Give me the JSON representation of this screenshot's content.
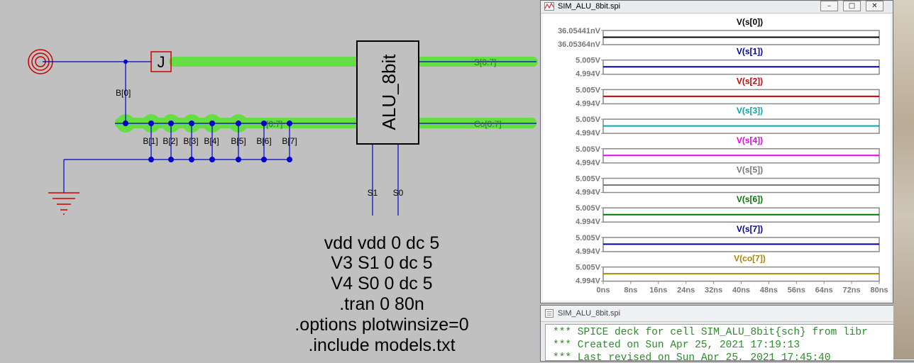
{
  "schematic": {
    "block_label": "ALU_8bit",
    "bus_labels": {
      "s_out": "S[0:7]",
      "co_out": "Co[0:7]",
      "b_bus": "[0:7]"
    },
    "b0_label": "B[0]",
    "bit_labels": [
      "B[1]",
      "B[2]",
      "B[3]",
      "B[4]",
      "B[5]",
      "B[6]",
      "B[7]"
    ],
    "control_labels": [
      "S1",
      "S0"
    ],
    "jumper_label": "J",
    "spice_text": [
      "vdd vdd 0 dc 5",
      "V3 S1 0 dc 5",
      "V4 S0 0 dc 5",
      ".tran 0 80n",
      ".options plotwinsize=0",
      ".include models.txt"
    ],
    "colors": {
      "wire": "#0000cc",
      "bus_highlight": "#66dd44",
      "source": "#cc0000",
      "text": "#000000"
    }
  },
  "plot_window": {
    "title": "SIM_ALU_8bit.spi",
    "controls": [
      "minimize",
      "restore",
      "close"
    ],
    "x_ticks": [
      "0ns",
      "8ns",
      "16ns",
      "24ns",
      "32ns",
      "40ns",
      "48ns",
      "56ns",
      "64ns",
      "72ns",
      "80ns"
    ],
    "traces": [
      {
        "name": "V(s[0])",
        "color": "#000000",
        "y_top": "36.05441nV",
        "y_bottom": "36.05364nV"
      },
      {
        "name": "V(s[1])",
        "color": "#0000aa",
        "y_top": "5.005V",
        "y_bottom": "4.994V"
      },
      {
        "name": "V(s[2])",
        "color": "#cc0000",
        "y_top": "5.005V",
        "y_bottom": "4.994V"
      },
      {
        "name": "V(s[3])",
        "color": "#00aaaa",
        "y_top": "5.005V",
        "y_bottom": "4.994V"
      },
      {
        "name": "V(s[4])",
        "color": "#ee00ee",
        "y_top": "5.005V",
        "y_bottom": "4.994V"
      },
      {
        "name": "V(s[5])",
        "color": "#777777",
        "y_top": "5.005V",
        "y_bottom": "4.994V"
      },
      {
        "name": "V(s[6])",
        "color": "#007700",
        "y_top": "5.005V",
        "y_bottom": "4.994V"
      },
      {
        "name": "V(s[7])",
        "color": "#000099",
        "y_top": "5.005V",
        "y_bottom": "4.994V"
      },
      {
        "name": "V(co[7])",
        "color": "#aa8800",
        "y_top": "5.005V",
        "y_bottom": "4.994V"
      }
    ],
    "colors": {
      "axis_text": "#777777",
      "grid_box": "#8a8a8a"
    }
  },
  "spice_window": {
    "title": "SIM_ALU_8bit.spi",
    "lines": [
      "*** SPICE deck for cell SIM_ALU_8bit{sch} from libr",
      "*** Created on Sun Apr 25, 2021 17:19:13",
      "*** Last revised on Sun Apr 25, 2021 17:45:40"
    ]
  }
}
